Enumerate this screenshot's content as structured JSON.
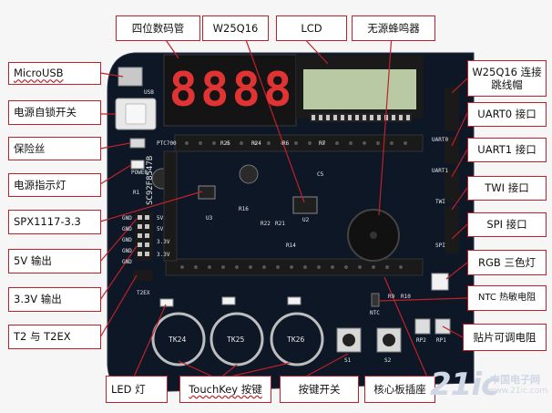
{
  "callouts": {
    "seg_display": "四位数码管",
    "w25q16": "W25Q16",
    "lcd": "LCD",
    "buzzer": "无源蜂鸣器",
    "w25q16_jumper": "W25Q16  连接跳线帽",
    "microusb": "MicroUSB",
    "power_switch": "电源自锁开关",
    "fuse": "保险丝",
    "power_led": "电源指示灯",
    "spx1117": "SPX1117-3.3",
    "out_5v": "5V 输出",
    "out_33v": "3.3V 输出",
    "t2_t2ex": "T2 与 T2EX",
    "led": "LED 灯",
    "touchkey": "TouchKey 按键",
    "key_switch": "按键开关",
    "core_socket": "核心板插座",
    "uart0": "UART0 接口",
    "uart1": "UART1 接口",
    "twi": "TWI 接口",
    "spi": "SPI 接口",
    "rgb": "RGB 三色灯",
    "ntc": "NTC 热敏电阻",
    "pot": "贴片可调电阻"
  },
  "board": {
    "digits": [
      "8",
      "8",
      "8",
      "8"
    ],
    "touch_keys": [
      "TK24",
      "TK25",
      "TK26"
    ],
    "chip_text": "SC92F8547B",
    "silk": {
      "ptc": "PTC700",
      "power": "POWER",
      "r1": "R1",
      "u3": "U3",
      "u2": "U2",
      "s1": "S1",
      "s2": "S2",
      "ntc": "NTC",
      "rp2": "RP2",
      "rp1": "RP1",
      "r9": "R9",
      "r10": "R10",
      "usb": "USB",
      "uart0": "UART0",
      "uart1": "UART1",
      "twi": "TWI",
      "spi": "SPI",
      "t2ex": "T2EX",
      "r25": "R25",
      "r24": "R24",
      "r6": "R6",
      "r7": "R7",
      "r14": "R14",
      "r16": "R16",
      "r22": "R22",
      "r21": "R21",
      "c5": "C5"
    },
    "gnd_labels": [
      "GND",
      "GND",
      "GND",
      "GND",
      "GND"
    ],
    "volt_labels": [
      "5V",
      "5V",
      "3.3V",
      "3.3V"
    ]
  },
  "watermark": {
    "logo": "21ic",
    "cn": "中国电子网",
    "url": "www.21ic.com"
  },
  "colors": {
    "callout_border": "#c0202a",
    "pcb": "#0d1726",
    "lcd": "#b9c9a4",
    "segment": "#e03333",
    "watermark": "#cfd7e4"
  }
}
